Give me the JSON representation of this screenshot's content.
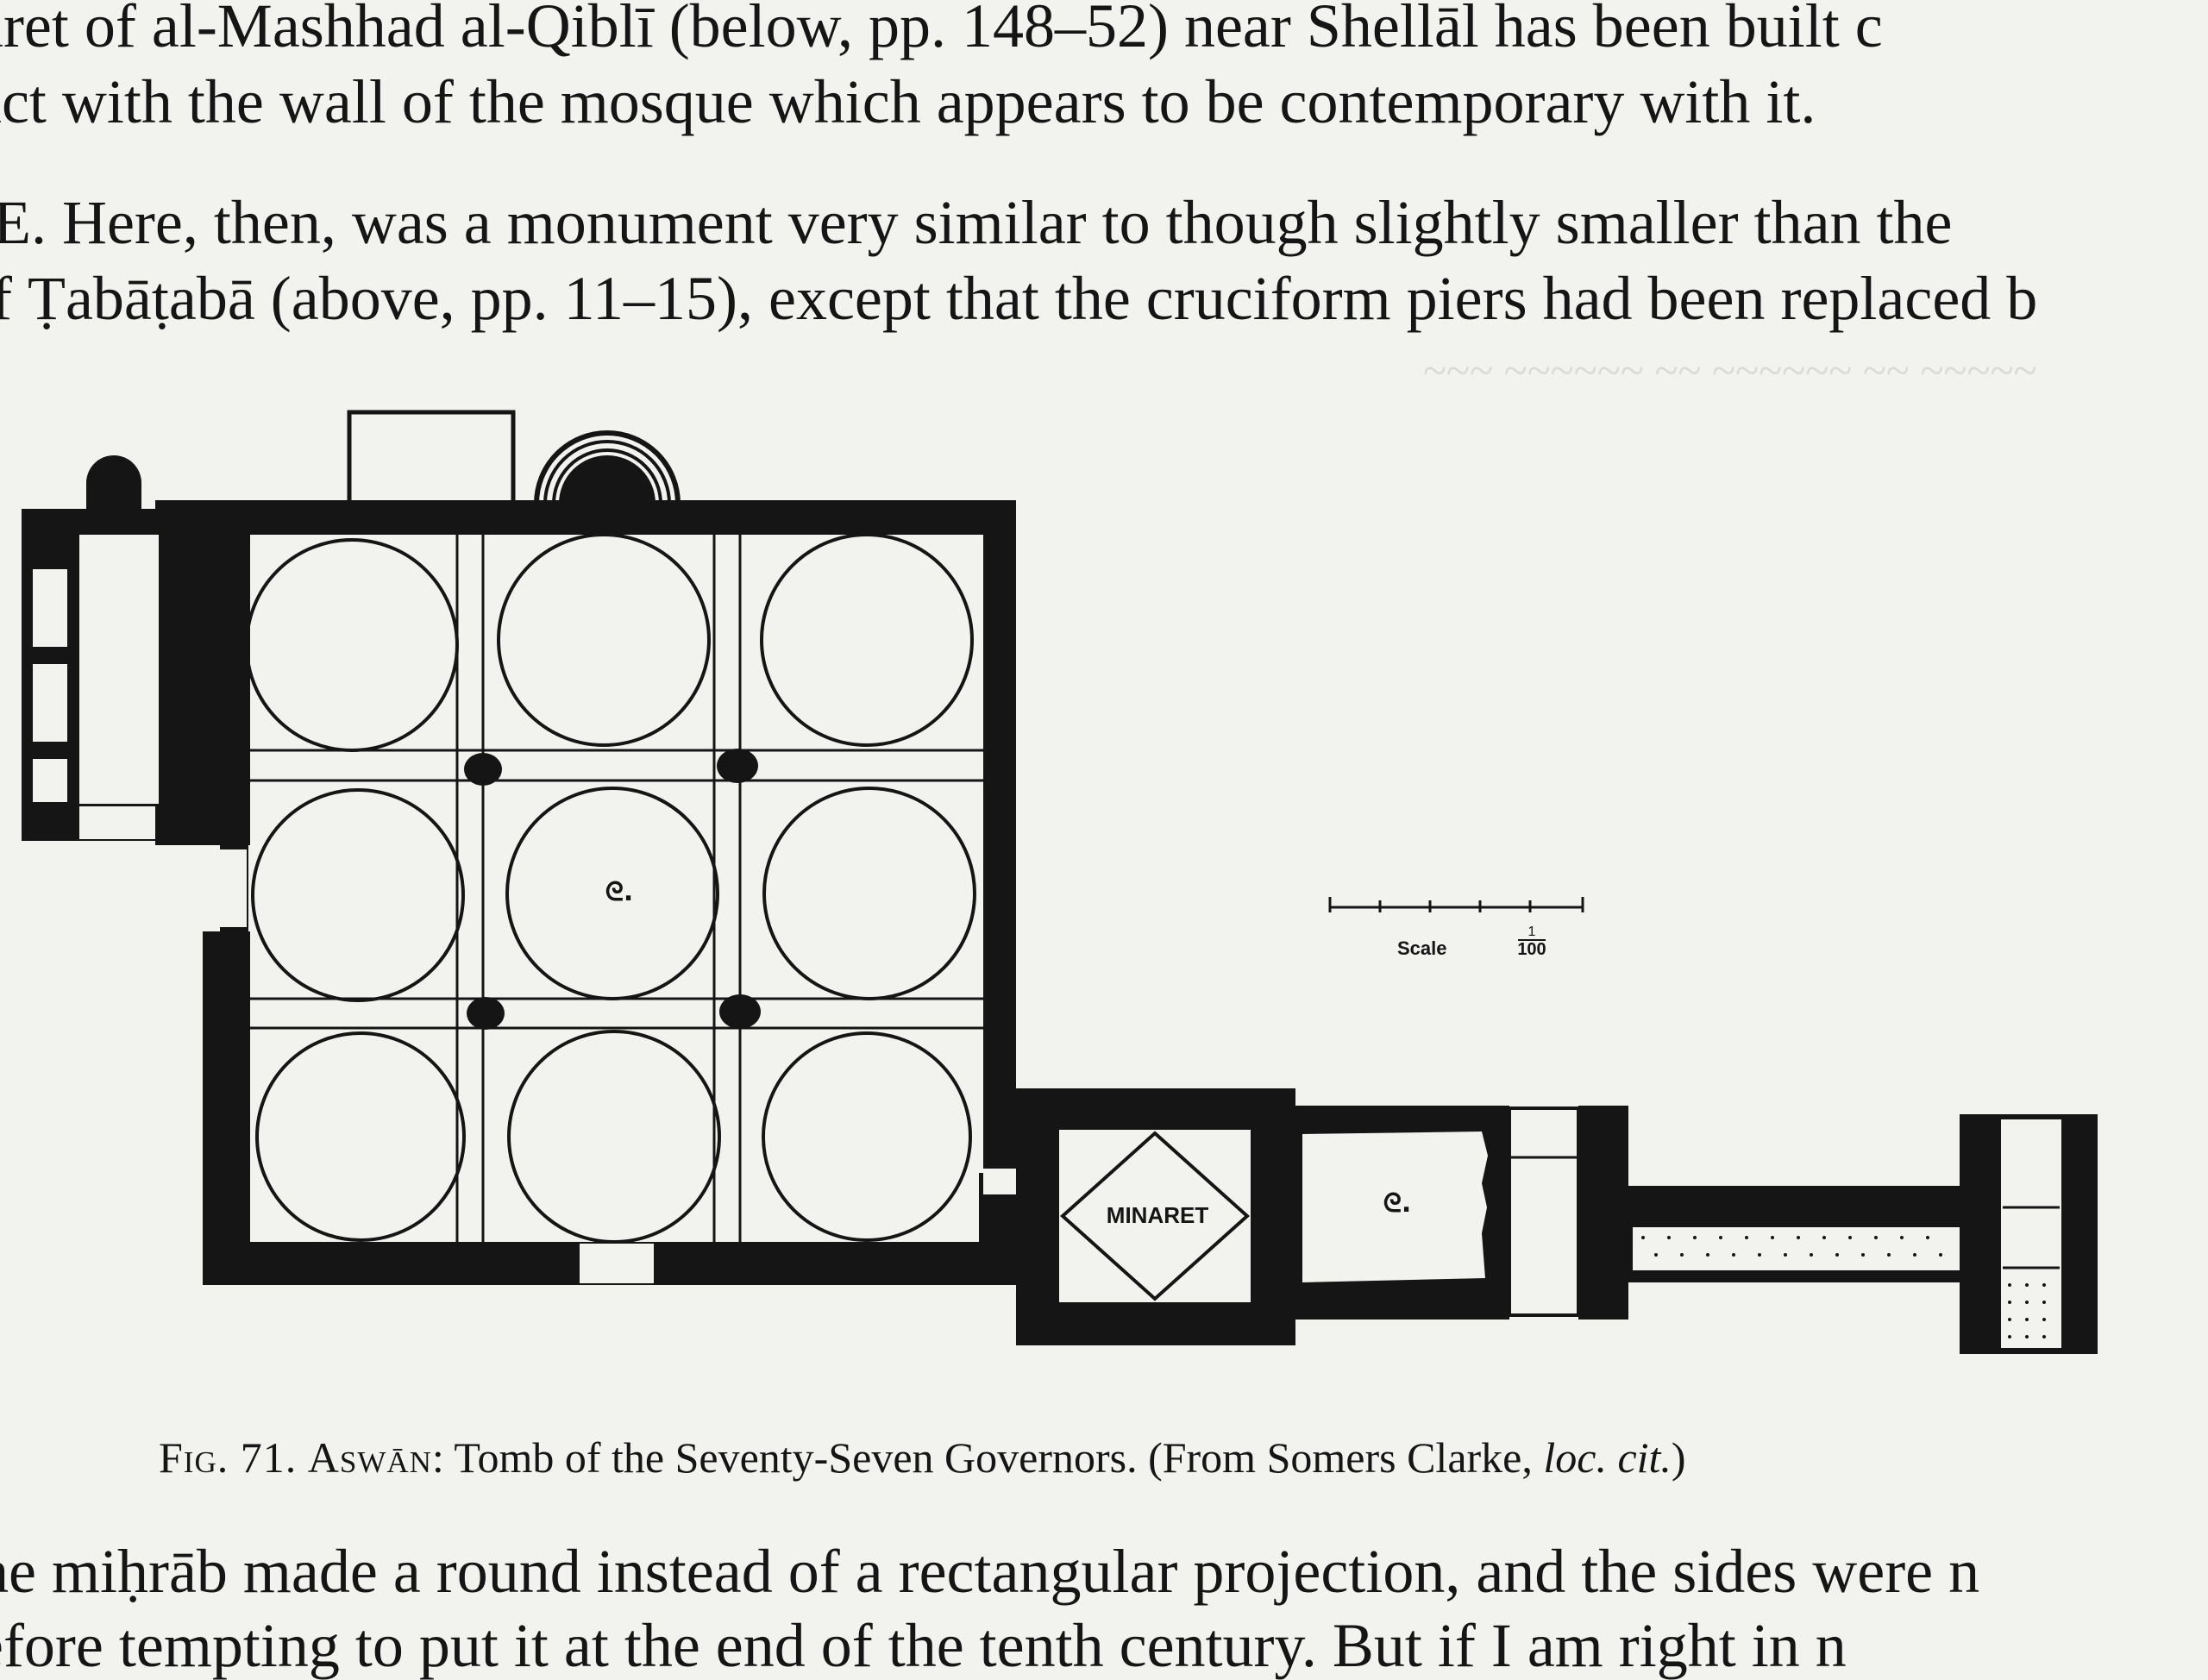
{
  "page": {
    "lines": [
      "aret of al-Mashhad al-Qiblī (below, pp. 148–52) near Shellāl has been built",
      "act with the wall of the mosque which appears to be contemporary with it.",
      "E.  Here, then, was a monument very similar to though slightly smaller than the",
      "f Ṭabāṭabā (above, pp. 11–15), except that the cruciform piers had been replaced",
      "he miḥrāb made a round instead of a rectangular projection, and the sides were",
      "efore tempting to put it at the end of the tenth century.  But if I am right in"
    ],
    "lines_trailing": {
      "l1": "c",
      "l4": "b",
      "l5": "n",
      "l6": "n"
    }
  },
  "figure": {
    "label_minaret": "MINARET",
    "label_scale": "Scale",
    "scale_fraction_num": "1",
    "scale_fraction_den": "100",
    "mark_center": "ᘓ."
  },
  "caption": {
    "fig": "Fig. 71.",
    "place": "Aswān",
    "text": ": Tomb of the Seventy-Seven Governors. (From Somers Clarke,",
    "ref": "loc. cit.",
    "close": ")"
  },
  "colors": {
    "paper": "#f2f2ef",
    "ink": "#151515",
    "bleed_through": "#d9d9d6"
  }
}
